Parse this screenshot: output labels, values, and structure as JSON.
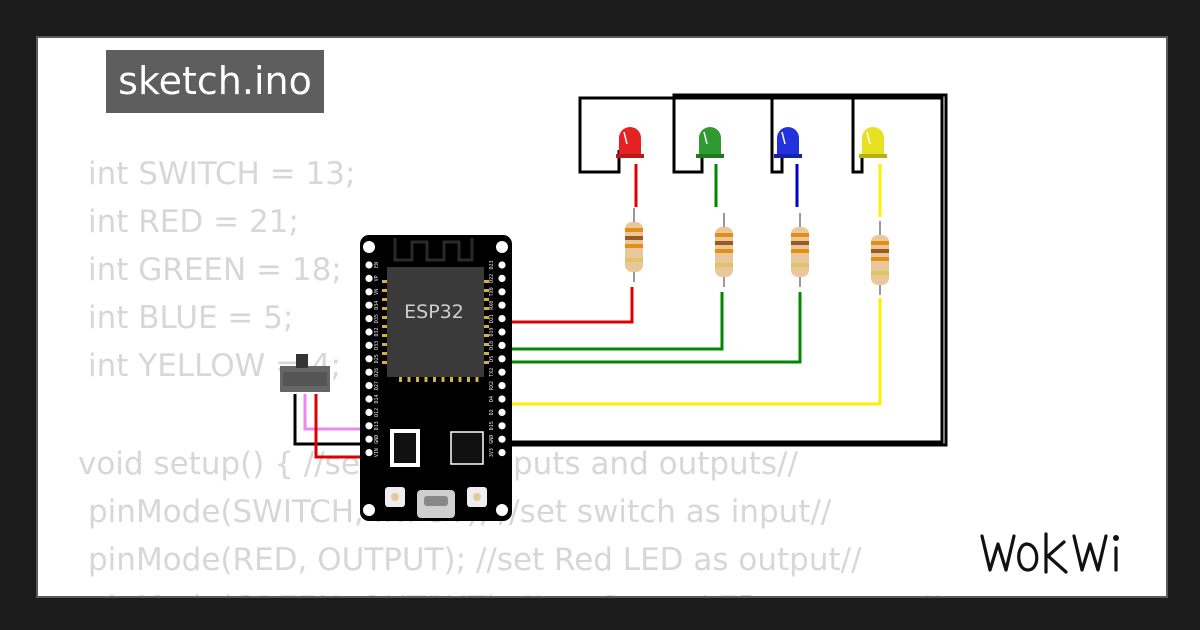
{
  "header": {
    "tab_label": "sketch.ino"
  },
  "code": {
    "lines": [
      "int SWITCH = 13;",
      "int RED = 21;",
      "int GREEN = 18;",
      "int BLUE = 5;",
      "int YELLOW = 4;",
      "",
      "void setup() { //set pin as inputs and outputs//",
      "pinMode(SWITCH, INPUT); //set switch as input//",
      "pinMode(RED, OUTPUT); //set Red LED as output//",
      "pinMode(GREEN, OUTPUT); //set Green LED as output//"
    ]
  },
  "board": {
    "chip_label": "ESP32",
    "left_pins": [
      "EN",
      "VP",
      "VN",
      "D34",
      "D35",
      "D32",
      "D33",
      "D25",
      "D26",
      "D27",
      "D14",
      "D12",
      "D13",
      "GND",
      "VIN"
    ],
    "right_pins": [
      "D23",
      "D22",
      "TX0",
      "RX0",
      "D21",
      "D19",
      "D18",
      "D5",
      "TX2",
      "RX2",
      "D4",
      "D2",
      "D15",
      "GND",
      "3V3"
    ]
  },
  "leds": [
    {
      "name": "red",
      "color": "#e52222"
    },
    {
      "name": "green",
      "color": "#2f9a2f"
    },
    {
      "name": "blue",
      "color": "#2233dd"
    },
    {
      "name": "yellow",
      "color": "#e8e020"
    }
  ],
  "wire_colors": {
    "red": "#dd0000",
    "green": "#008800",
    "blue": "#0000cc",
    "yellow": "#ffee00",
    "black": "#000000",
    "pink": "#ee88ee"
  },
  "brand": {
    "logo": "WOKWi"
  }
}
